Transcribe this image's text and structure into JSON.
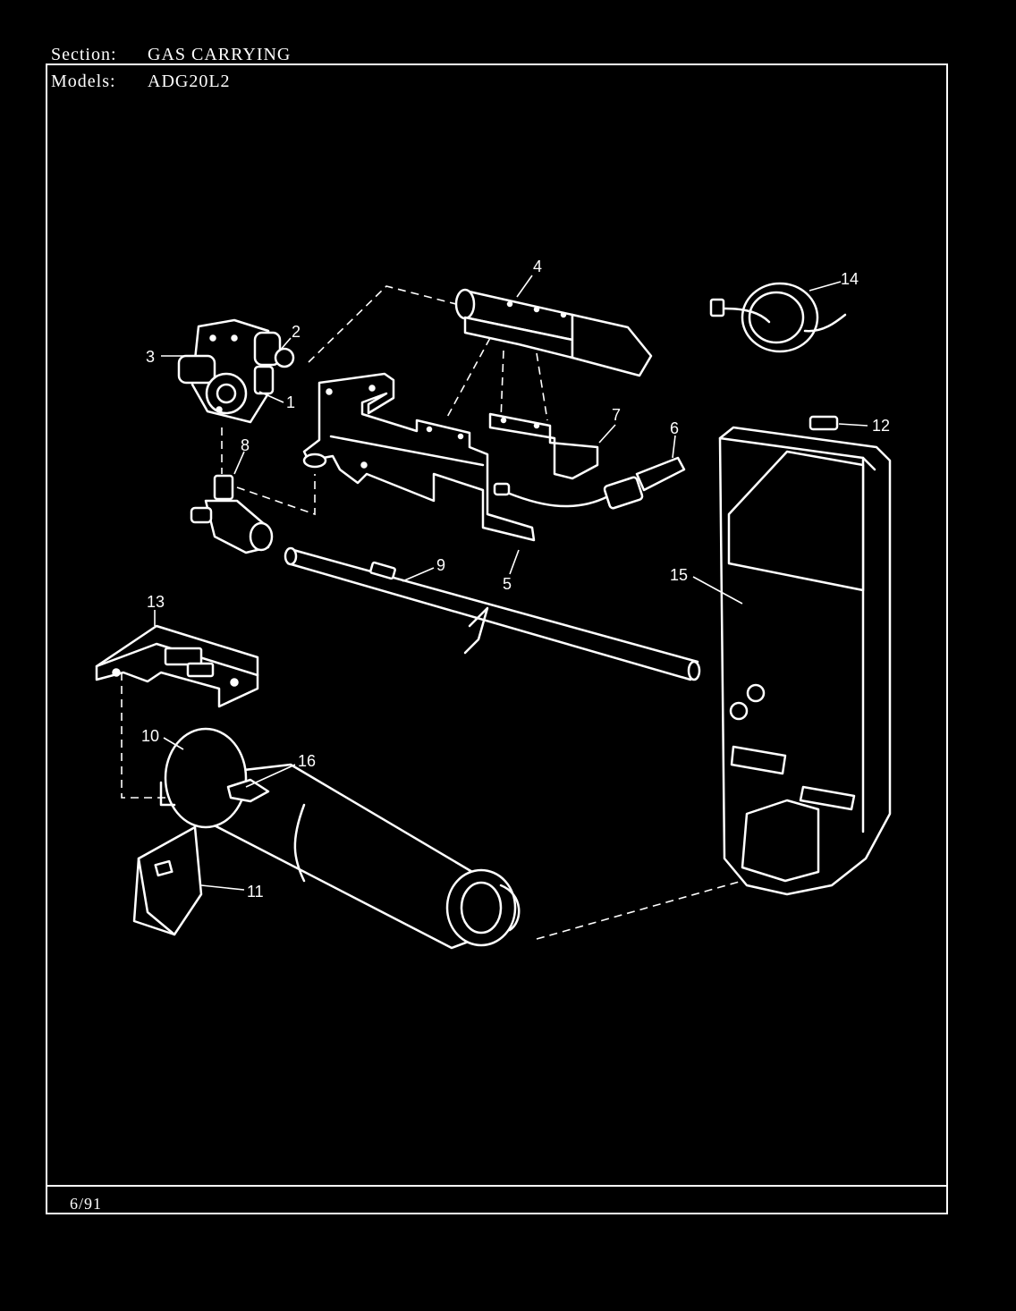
{
  "header": {
    "section_label": "Section:",
    "section_value": "GAS CARRYING",
    "models_label": "Models:",
    "models_value": "ADG20L2"
  },
  "footer": {
    "date": "6/91"
  },
  "callouts": [
    "1",
    "2",
    "3",
    "4",
    "5",
    "6",
    "7",
    "8",
    "9",
    "10",
    "11",
    "12",
    "13",
    "14",
    "15",
    "16"
  ]
}
